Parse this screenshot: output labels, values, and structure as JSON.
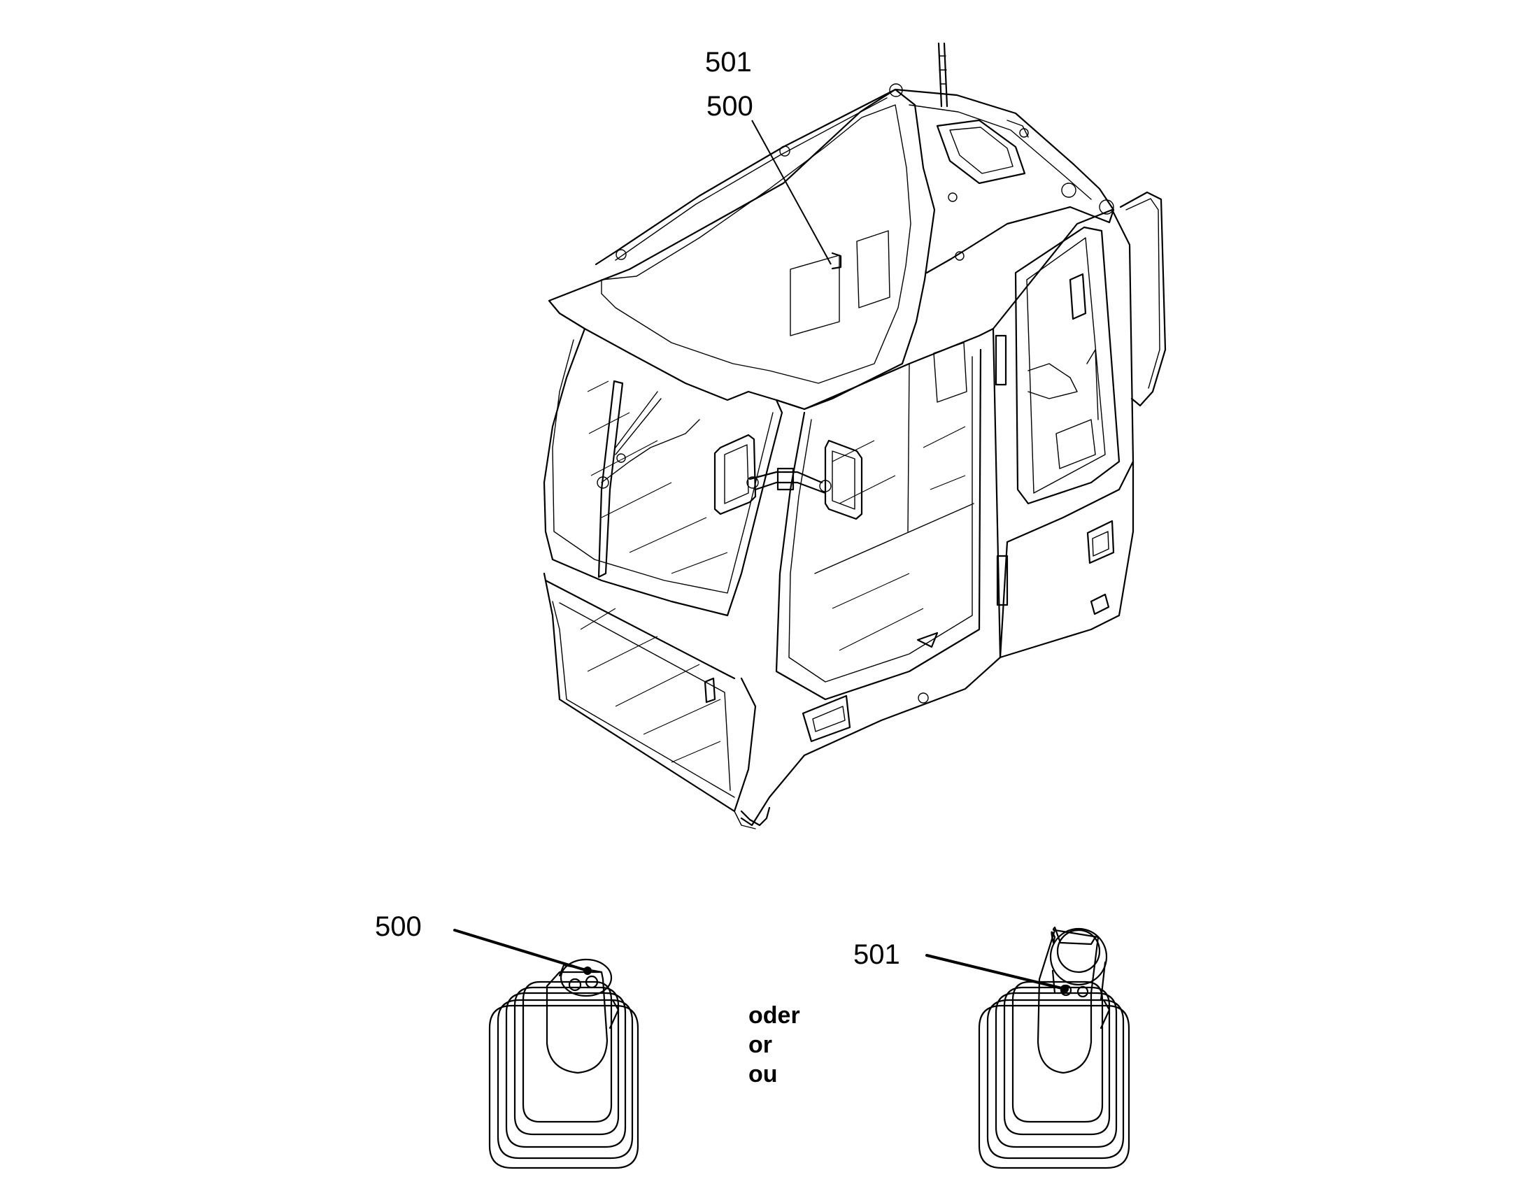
{
  "callouts": {
    "cab_top": "501",
    "cab_bottom": "500",
    "joystick_left": "500",
    "joystick_right": "501"
  },
  "alternatives": {
    "german": "oder",
    "english": "or",
    "french": "ou"
  }
}
